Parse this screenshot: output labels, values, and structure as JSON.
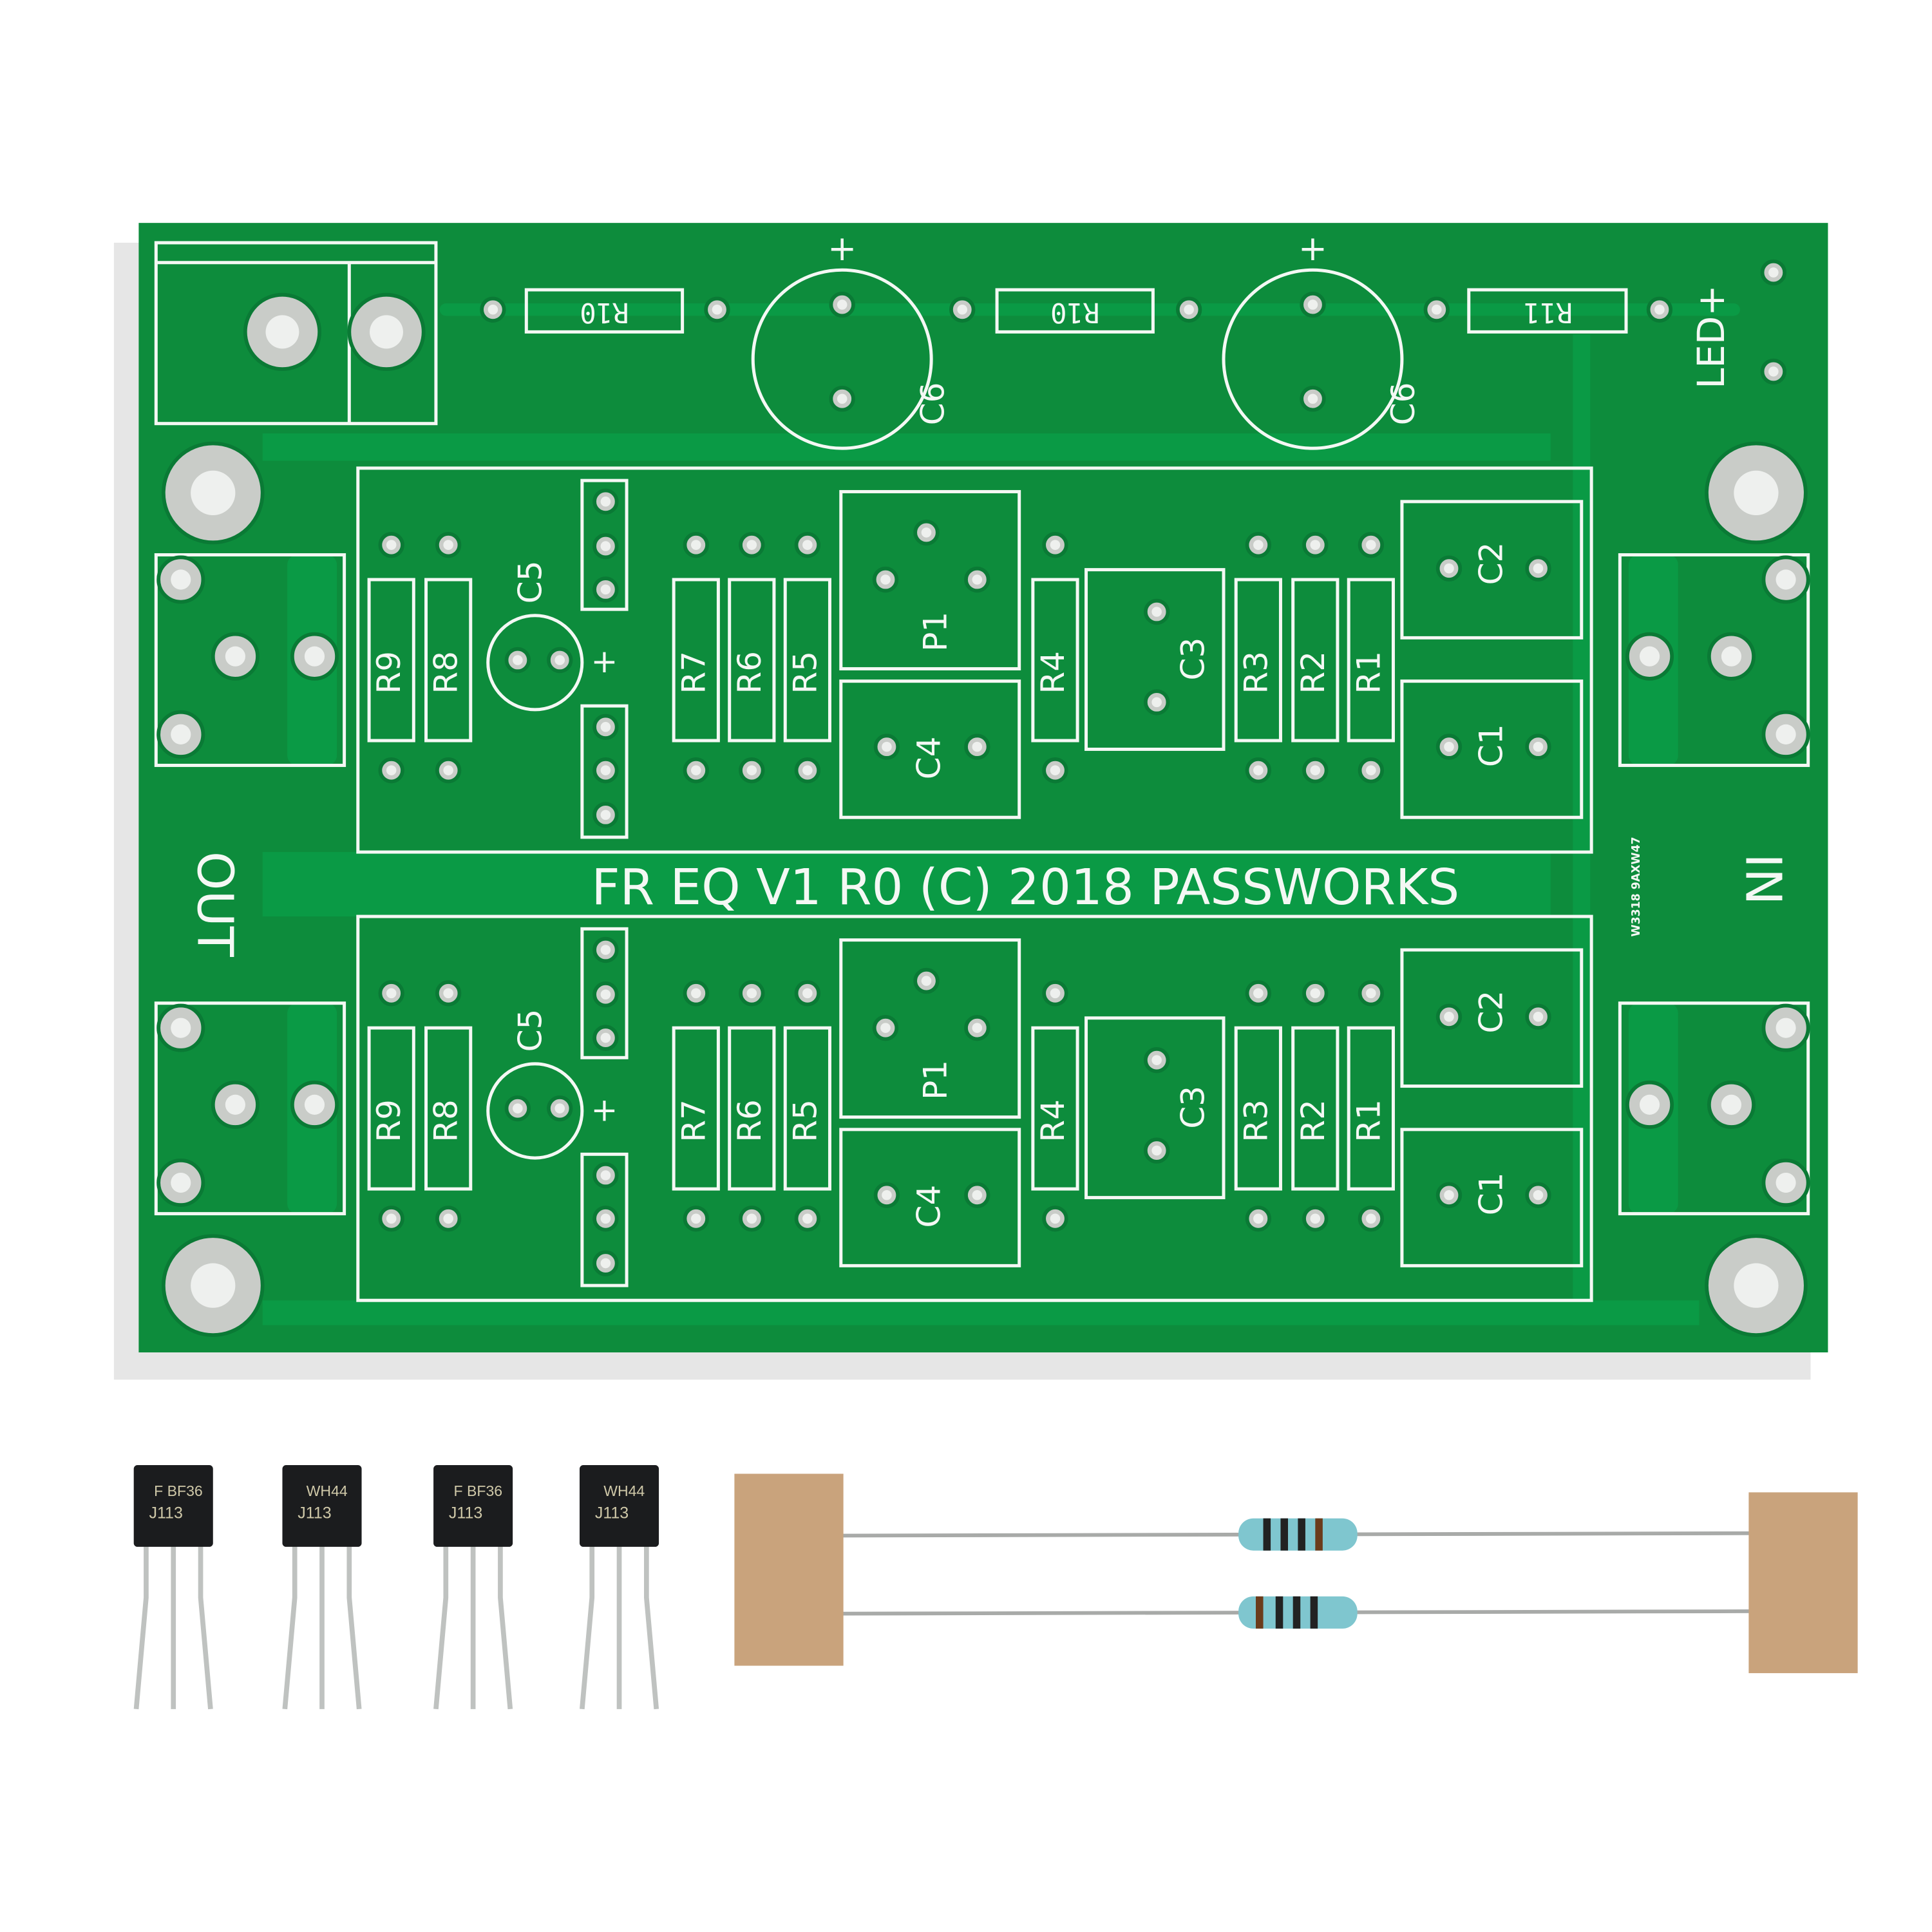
{
  "board": {
    "title_text": "FR EQ V1 R0  (C) 2018 PASSWORKS",
    "out_label": "OUT",
    "in_label": "IN",
    "led_label": "LED+",
    "fab_code": "W3318 9AXW47",
    "plus_sign": "+",
    "top_row": {
      "r10_a": "R10",
      "r10_b": "R10",
      "r11": "R11",
      "c6_a": "C6",
      "c6_b": "C6"
    },
    "channels": [
      {
        "name": "channel-top",
        "labels": [
          "R9",
          "R8",
          "C5",
          "R7",
          "R6",
          "R5",
          "P1",
          "C4",
          "R4",
          "C3",
          "R3",
          "R2",
          "R1",
          "C2",
          "C1"
        ]
      },
      {
        "name": "channel-bottom",
        "labels": [
          "R9",
          "R8",
          "C5",
          "R7",
          "R6",
          "R5",
          "P1",
          "C4",
          "R4",
          "C3",
          "R3",
          "R2",
          "R1",
          "C2",
          "C1"
        ]
      }
    ],
    "colors": {
      "solder_mask": "#0d8c3c",
      "silkscreen": "#f4f8f4",
      "pad": "#c9ccc8"
    }
  },
  "parts": {
    "transistors": [
      {
        "line1": "BF36",
        "line2": "J113",
        "logo": "F"
      },
      {
        "line1": "WH44",
        "line2": "J113"
      },
      {
        "line1": "BF36",
        "line2": "J113",
        "logo": "F"
      },
      {
        "line1": "WH44",
        "line2": "J113"
      }
    ],
    "resistor_count": 2
  }
}
